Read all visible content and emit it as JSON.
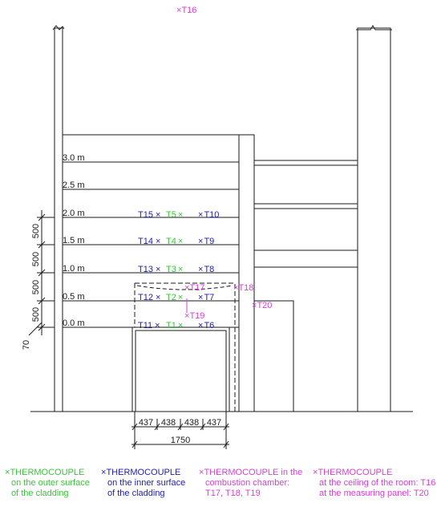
{
  "colors": {
    "outer": "#39c539",
    "inner": "#1d1db8",
    "chamber": "#d63fd6",
    "line": "#1a1a1a"
  },
  "levels": [
    "3.0 m",
    "2.5 m",
    "2.0 m",
    "1.5 m",
    "1.0 m",
    "0.5 m",
    "0.0 m"
  ],
  "spacings": [
    "500",
    "500",
    "500",
    "500"
  ],
  "offset_label": "70",
  "thermocouples": {
    "marker": "×",
    "outer": [
      "T5",
      "T4",
      "T3",
      "T2",
      "T1"
    ],
    "inner_left": [
      "T15",
      "T14",
      "T13",
      "T12",
      "T11"
    ],
    "inner_right": [
      "T10",
      "T9",
      "T8",
      "T7",
      "T6"
    ],
    "chamber": [
      "T16",
      "T17",
      "T18",
      "T19",
      "T20"
    ]
  },
  "dimensions": {
    "segments": [
      "437",
      "438",
      "438",
      "437"
    ],
    "total": "1750"
  },
  "legend": [
    {
      "key": "outer",
      "line1": "THERMOCOUPLE",
      "rest": [
        "on the outer surface",
        "of the cladding"
      ]
    },
    {
      "key": "inner",
      "line1": "THERMOCOUPLE",
      "rest": [
        "on the inner surface",
        "of the cladding"
      ]
    },
    {
      "key": "chamber",
      "line1": "THERMOCOUPLE in the",
      "rest": [
        "combustion chamber:",
        "T17, T18, T19"
      ]
    },
    {
      "key": "chamber",
      "line1": "THERMOCOUPLE",
      "rest": [
        "at the ceiling of the room: T16",
        "at the measuring panel: T20"
      ]
    }
  ]
}
